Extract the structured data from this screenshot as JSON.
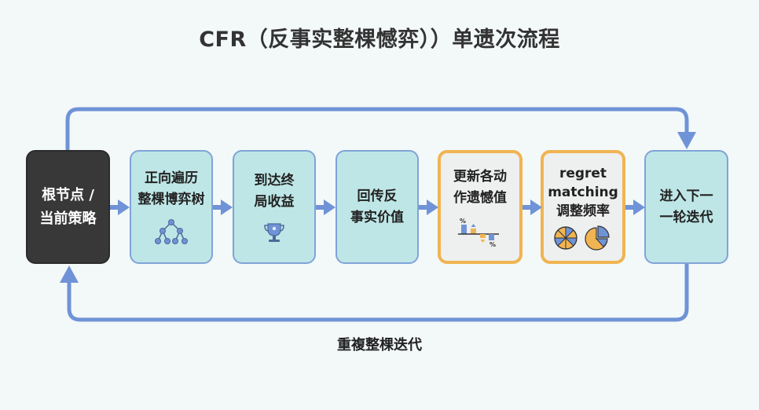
{
  "title": "CFR（反事实整棵憾弈））单遗次流程",
  "accent_colors": {
    "arrow": "#6f93d6",
    "highlight_border": "#f0b452",
    "box_fill": "#bfe6e6",
    "root_fill": "#383838"
  },
  "steps": [
    {
      "label": "根节点 /\n当前策略",
      "style": "dark",
      "icon": ""
    },
    {
      "label": "正向遍历\n整棵博弈树",
      "style": "blue",
      "icon": "tree-icon"
    },
    {
      "label": "到达终\n局收益",
      "style": "blue",
      "icon": "trophy-icon"
    },
    {
      "label": "回传反\n事实价值",
      "style": "blue",
      "icon": ""
    },
    {
      "label": "更新各动\n作遗憾值",
      "style": "orange",
      "icon": "regret-bar-chart-icon",
      "icon_text": [
        "%",
        "%"
      ]
    },
    {
      "label": "regret\nmatching\n调整频率",
      "style": "orange",
      "icon": "pie-charts-icon"
    },
    {
      "label": "进入下一\n一轮迭代",
      "style": "blue",
      "icon": ""
    }
  ],
  "loop_label": "重複整棵迭代"
}
